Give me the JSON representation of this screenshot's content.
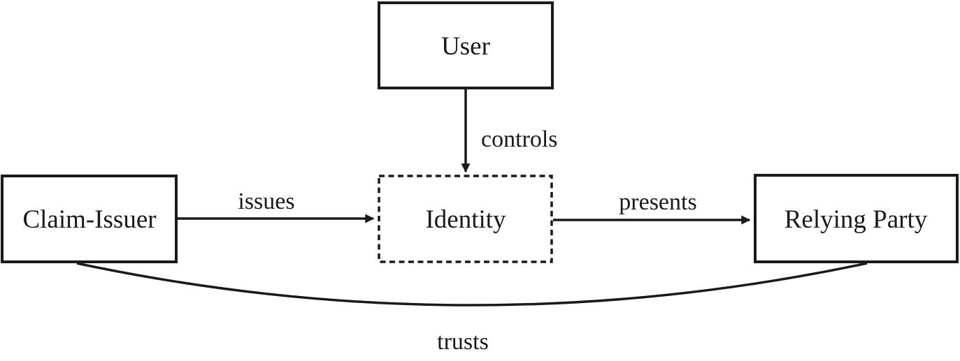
{
  "diagram": {
    "nodes": {
      "user": {
        "label": "User"
      },
      "identity": {
        "label": "Identity"
      },
      "claim_issuer": {
        "label": "Claim-Issuer"
      },
      "relying_party": {
        "label": "Relying Party"
      }
    },
    "edges": {
      "controls": {
        "label": "controls",
        "from": "User",
        "to": "Identity",
        "style": "straight-arrow"
      },
      "issues": {
        "label": "issues",
        "from": "Claim-Issuer",
        "to": "Identity",
        "style": "straight-arrow"
      },
      "presents": {
        "label": "presents",
        "from": "Identity",
        "to": "Relying Party",
        "style": "straight-arrow"
      },
      "trusts": {
        "label": "trusts",
        "from": "Claim-Issuer",
        "to": "Relying Party",
        "style": "curved-line"
      }
    },
    "colors": {
      "line": "#1a1a1a",
      "text": "#1a1a1a",
      "background": "#ffffff"
    }
  }
}
